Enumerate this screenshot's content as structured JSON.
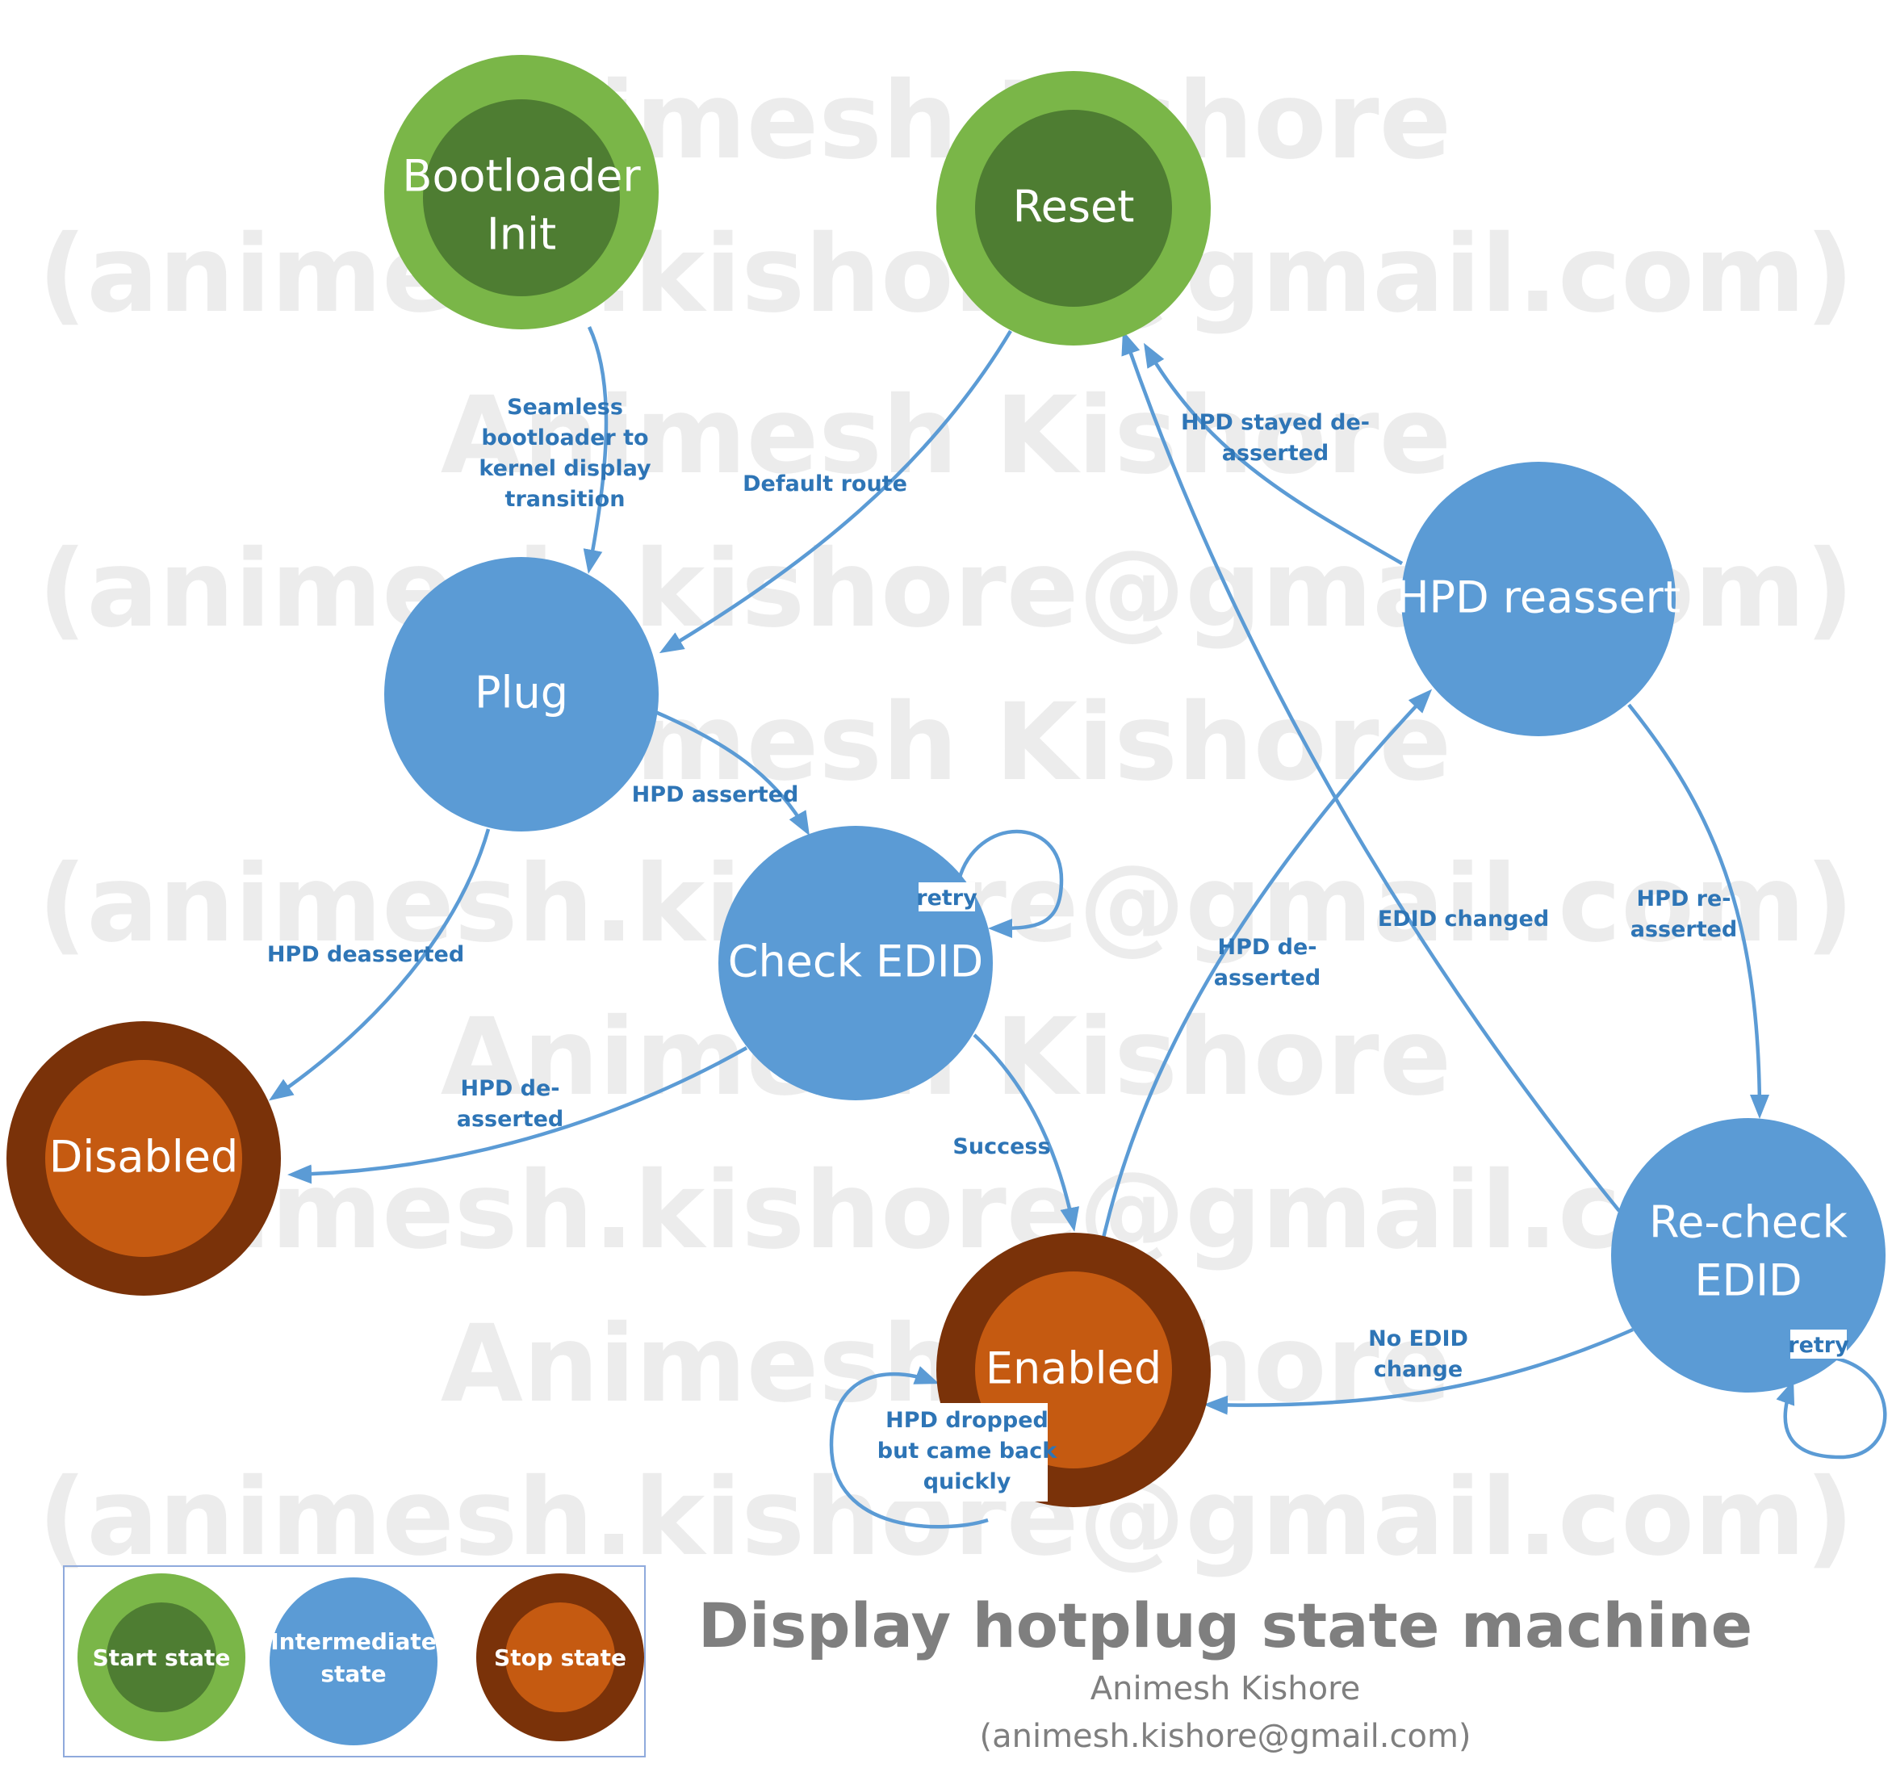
{
  "watermark": {
    "lines": [
      "Animesh Kishore",
      "(animesh.kishore@gmail.com)",
      "Animesh Kishore",
      "(animesh.kishore@gmail.com)",
      "Animesh Kishore",
      "(animesh.kishore@gmail.com)",
      "Animesh Kishore",
      "(animesh.kishore@gmail.com)",
      "Animesh Kishore",
      "(animesh.kishore@gmail.com)"
    ]
  },
  "colors": {
    "start_outer": "#7ab648",
    "start_inner": "#4e7d32",
    "intermediate": "#5b9bd5",
    "stop_outer": "#7a3209",
    "stop_inner": "#c55a11",
    "edge": "#5b9bd5",
    "edge_label": "#2e75b6"
  },
  "nodes": {
    "bootloader": {
      "line1": "Bootloader",
      "line2": "Init",
      "kind": "start"
    },
    "reset": {
      "label": "Reset",
      "kind": "start"
    },
    "plug": {
      "label": "Plug",
      "kind": "intermediate"
    },
    "check_edid": {
      "label": "Check EDID",
      "kind": "intermediate"
    },
    "hpd_reassert": {
      "label": "HPD reassert",
      "kind": "intermediate"
    },
    "disabled": {
      "label": "Disabled",
      "kind": "stop"
    },
    "enabled": {
      "label": "Enabled",
      "kind": "stop"
    },
    "recheck_edid": {
      "line1": "Re-check",
      "line2": "EDID",
      "kind": "intermediate"
    }
  },
  "edges": {
    "seamless": {
      "lines": [
        "Seamless",
        "bootloader to",
        "kernel display",
        "transition"
      ]
    },
    "default_route": {
      "lines": [
        "Default route"
      ]
    },
    "hpd_stayed": {
      "lines": [
        "HPD stayed de-",
        "asserted"
      ]
    },
    "hpd_asserted": {
      "lines": [
        "HPD asserted"
      ]
    },
    "retry_check": {
      "lines": [
        "retry"
      ]
    },
    "hpd_deasserted": {
      "lines": [
        "HPD deasserted"
      ]
    },
    "check_de_asserted": {
      "lines": [
        "HPD de-",
        "asserted"
      ]
    },
    "success": {
      "lines": [
        "Success"
      ]
    },
    "enabled_de_asserted": {
      "lines": [
        "HPD de-",
        "asserted"
      ]
    },
    "edid_changed": {
      "lines": [
        "EDID changed"
      ]
    },
    "hpd_re_asserted": {
      "lines": [
        "HPD re-",
        "asserted"
      ]
    },
    "no_edid_change": {
      "lines": [
        "No EDID",
        "change"
      ]
    },
    "retry_recheck": {
      "lines": [
        "retry"
      ]
    },
    "hpd_dropped": {
      "lines": [
        "HPD dropped",
        "but came back",
        "quickly"
      ]
    }
  },
  "legend": {
    "start": {
      "label": "Start state"
    },
    "intermediate": {
      "line1": "Intermediate",
      "line2": "state"
    },
    "stop": {
      "label": "Stop state"
    }
  },
  "title": {
    "main": "Display hotplug state machine",
    "author": "Animesh Kishore",
    "email": "(animesh.kishore@gmail.com)"
  }
}
